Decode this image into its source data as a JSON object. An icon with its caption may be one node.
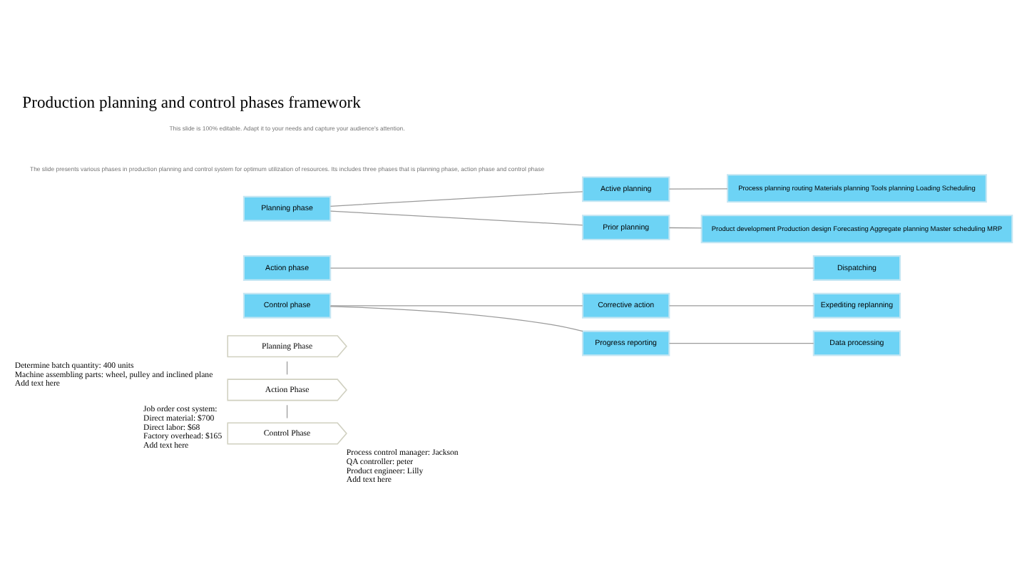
{
  "diagram": {
    "title": "Production planning and control phases framework",
    "nodes": [
      {
        "text": [
          "Planning phase"
        ]
      },
      {
        "text": [
          "Prior planning"
        ]
      },
      {
        "text": [
          "Product development Production design Forecasting Aggregate planning Master scheduling MRP"
        ]
      },
      {
        "text": [
          "Active planning"
        ]
      },
      {
        "text": [
          "Process planning routing Materials planning Tools planning Loading Scheduling"
        ]
      },
      {
        "text": [
          "Action phase"
        ]
      },
      {
        "text": [
          "Dispatching"
        ]
      },
      {
        "text": [
          "Control phase"
        ]
      },
      {
        "text": [
          "Progress reporting"
        ]
      },
      {
        "text": [
          "Data processing"
        ]
      },
      {
        "text": [
          "Corrective action"
        ]
      },
      {
        "text": [
          "Expediting replanning"
        ]
      },
      {
        "text": [
          "Planning Phase"
        ],
        "beside": [
          "Determine batch quantity: 400 units",
          "Machine assembling parts: wheel, pulley and inclined plane",
          "Add text here"
        ]
      },
      {
        "text": [
          "Action Phase"
        ],
        "beside": [
          "Job order cost system:",
          "Direct material: $700",
          "Direct labor: $68",
          "Factory overhead: $165",
          "Add text here"
        ]
      },
      {
        "text": [
          "Control Phase"
        ],
        "beside": [
          "Process control manager: Jackson",
          "QA controller: peter",
          "Product engineer: Lilly",
          "Add text here"
        ]
      }
    ],
    "edges": [
      {
        "from": 0,
        "to": 1,
        "arrow": "none"
      },
      {
        "from": 0,
        "to": 3,
        "arrow": "none"
      },
      {
        "from": 1,
        "to": 2,
        "arrow": "none"
      },
      {
        "from": 3,
        "to": 4,
        "arrow": "none"
      },
      {
        "from": 5,
        "to": 6,
        "arrow": "none"
      },
      {
        "from": 7,
        "to": 8,
        "arrow": "none"
      },
      {
        "from": 7,
        "to": 10,
        "arrow": "none"
      },
      {
        "from": 8,
        "to": 9,
        "arrow": "none"
      },
      {
        "from": 10,
        "to": 11,
        "arrow": "none"
      },
      {
        "from": 12,
        "to": 13,
        "arrow": "none"
      },
      {
        "from": 13,
        "to": 14,
        "arrow": "none"
      }
    ],
    "labels": [
      "The slide presents various phases in production planning and control system for optimum utilization of resources. Its includes three phases that is planning phase, action phase and control phase",
      "This slide is 100% editable. Adapt it to your needs and capture your audience's attention."
    ]
  }
}
